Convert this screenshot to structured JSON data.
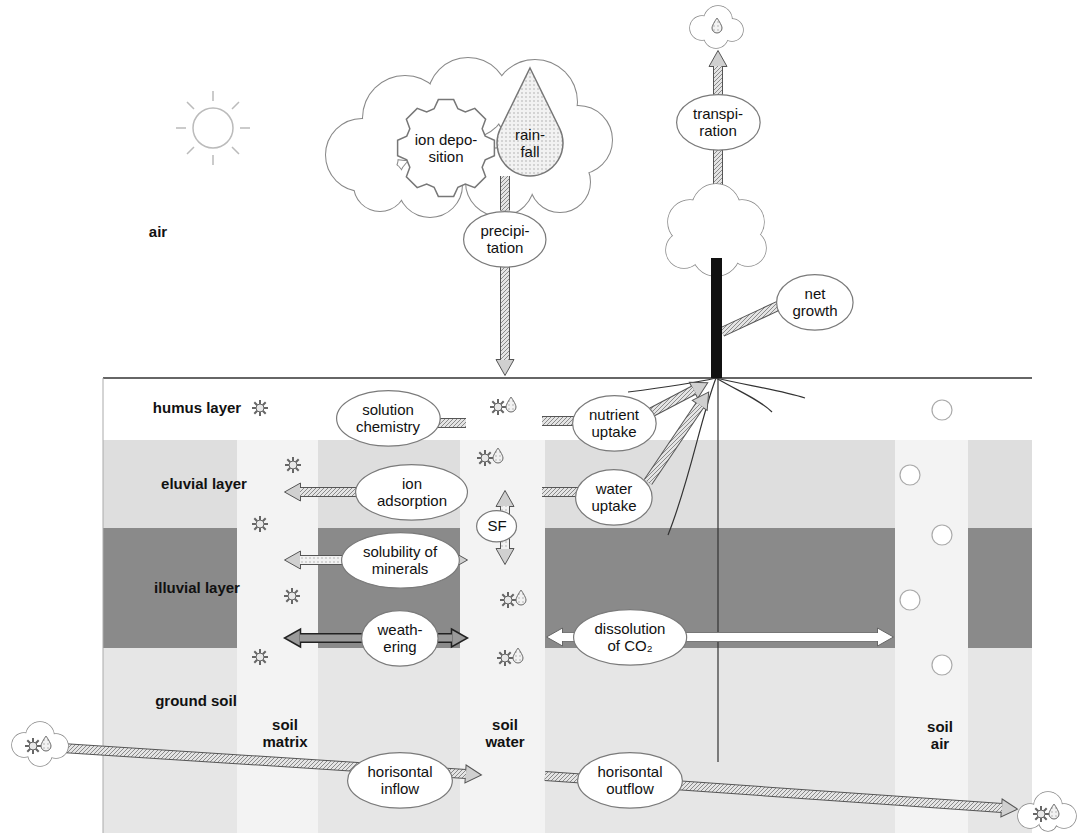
{
  "diagram": {
    "nodes": [
      {
        "text": [
          "ion depo- sition"
        ]
      },
      {
        "text": [
          "rain- fall"
        ]
      },
      {
        "text": [
          "precipi- tation"
        ]
      },
      {
        "text": [
          "transpi- ration"
        ]
      },
      {
        "text": [
          "net growth"
        ]
      },
      {
        "text": [
          "solution chemistry"
        ]
      },
      {
        "text": [
          "nutrient uptake"
        ]
      },
      {
        "text": [
          "ion adsorption"
        ]
      },
      {
        "text": [
          "water uptake"
        ]
      },
      {
        "text": [
          "SF"
        ]
      },
      {
        "text": [
          "solubility of minerals"
        ]
      },
      {
        "text": [
          "weath- ering"
        ]
      },
      {
        "text": [
          "dissolution of CO₂"
        ]
      },
      {
        "text": [
          "horisontal inflow"
        ]
      },
      {
        "text": [
          "horisontal outflow"
        ]
      }
    ],
    "edges": [
      {
        "from": 1,
        "to": 2,
        "arrow": "none"
      }
    ],
    "labels": [
      "air",
      "humus layer",
      "eluvial layer",
      "illuvial layer",
      "ground soil",
      "soil matrix",
      "soil water",
      "soil air"
    ]
  }
}
